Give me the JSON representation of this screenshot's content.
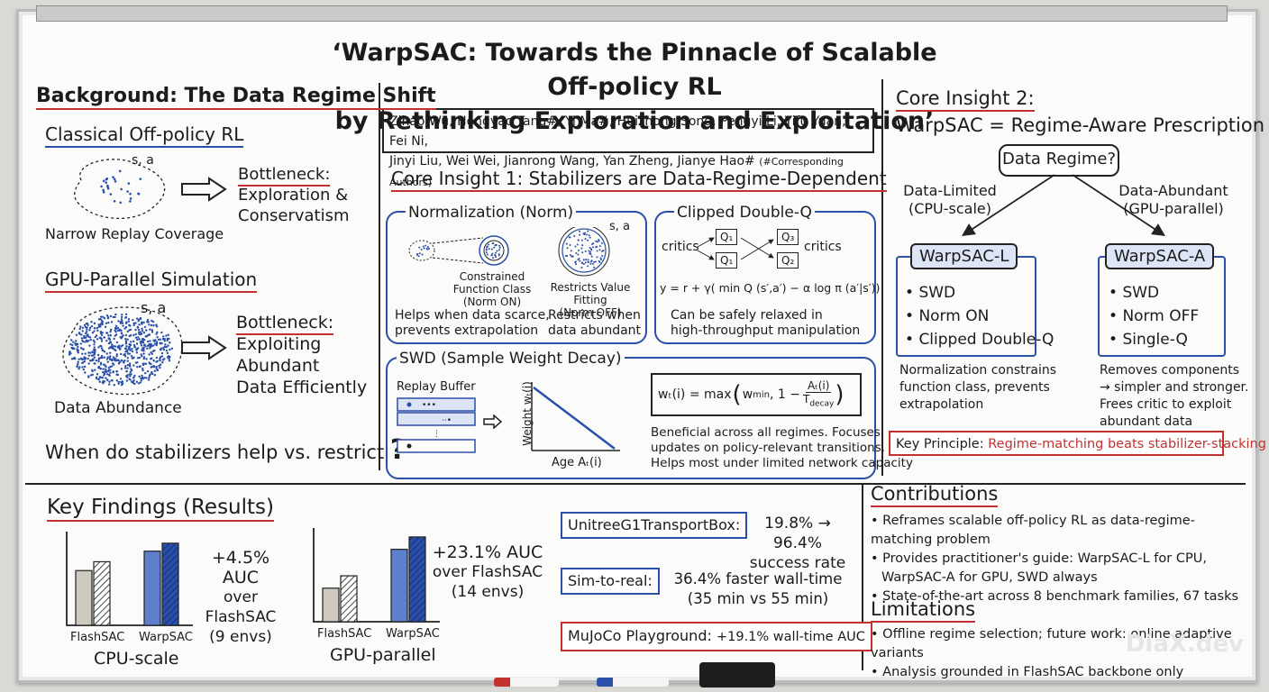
{
  "title": {
    "line1": "‘WarpSAC: Towards the Pinnacle of Scalable Off-policy RL",
    "line2": "by Rethinking Exploration and Exploitation’"
  },
  "authors": {
    "line1": "Zihao Wu, Hongyao Tang#, Yi Ma#, Huizhong Song, Pengyi Li, Yifu Yuan, Fei Ni,",
    "line2": "Jinyi Liu, Wei Wei, Jianrong Wang, Yan Zheng, Jianye Hao#",
    "note": "(#Corresponding Authors)"
  },
  "background": {
    "heading": "Background: The Data Regime Shift",
    "classical": {
      "heading": "Classical Off-policy RL",
      "sa_label": "s, a",
      "bottleneck_label": "Bottleneck:",
      "bottleneck_text1": "Exploration &",
      "bottleneck_text2": "Conservatism",
      "caption": "Narrow Replay Coverage"
    },
    "gpu": {
      "heading": "GPU-Parallel Simulation",
      "sa_label": "s, a",
      "bottleneck_label": "Bottleneck:",
      "bottleneck_text1": "Exploiting",
      "bottleneck_text2": "Abundant",
      "bottleneck_text3": "Data Efficiently",
      "caption": "Data Abundance"
    },
    "question": "When do stabilizers help vs. restrict",
    "question_mark": "?"
  },
  "insight1": {
    "heading": "Core Insight 1: Stabilizers are Data-Regime-Dependent",
    "norm": {
      "heading": "Normalization (Norm)",
      "sa_label": "s, a",
      "on_label1": "Constrained",
      "on_label2": "Function Class",
      "on_label3": "(Norm ON)",
      "off_label1": "Restricts Value Fitting",
      "off_label2": "(Norm OFF)",
      "helps1": "Helps when data scarce,",
      "helps2": "prevents extrapolation",
      "restricts1": "Restricts when",
      "restricts2": "data abundant"
    },
    "cdq": {
      "heading": "Clipped Double-Q",
      "critics_left": "critics",
      "critics_right": "critics",
      "q_labels": [
        "Q₁",
        "Q₁",
        "Q₃",
        "Q₂"
      ],
      "formula": "y = r + γ( min Q (s′,a′) − α log π (a′|s′))",
      "caption1": "Can be safely relaxed in",
      "caption2": "high-throughput manipulation"
    },
    "swd": {
      "heading": "SWD (Sample Weight Decay)",
      "buffer_label": "Replay Buffer",
      "y_axis": "Weight wₜ(i)",
      "x_axis": "Age Aₜ(i)",
      "formula_left": "wₜ(i) = max",
      "formula_wmin": "w",
      "formula_min_sub": "min",
      "formula_one": ", 1 −",
      "formula_num": "Aₜ(i)",
      "formula_den": "T",
      "formula_den_sub": "decay",
      "desc1": "Beneficial across all regimes. Focuses",
      "desc2": "updates on policy-relevant transitions.",
      "desc3": "Helps most under limited network capacity"
    }
  },
  "insight2": {
    "heading1": "Core Insight 2:",
    "heading2": "WarpSAC = Regime-Aware Prescription",
    "root": "Data Regime?",
    "left_branch1": "Data-Limited",
    "left_branch2": "(CPU-scale)",
    "right_branch1": "Data-Abundant",
    "right_branch2": "(GPU-parallel)",
    "left_box": {
      "title": "WarpSAC-L",
      "items": [
        "SWD",
        "Norm ON",
        "Clipped Double-Q"
      ],
      "note1": "Normalization constrains",
      "note2": "function class, prevents",
      "note3": "extrapolation"
    },
    "right_box": {
      "title": "WarpSAC-A",
      "items": [
        "SWD",
        "Norm OFF",
        "Single-Q"
      ],
      "note1": "Removes components",
      "note2": "→ simpler and stronger.",
      "note3": "Frees critic to exploit",
      "note4": "abundant data"
    },
    "principle_label": "Key Principle:",
    "principle_text": "Regime-matching beats stabilizer-stacking"
  },
  "findings": {
    "heading": "Key Findings (Results)",
    "chart_data": [
      {
        "type": "bar",
        "categories": [
          "FlashSAC",
          "WarpSAC"
        ],
        "series": [
          {
            "values": [
              0.62,
              0.72
            ]
          },
          {
            "values": [
              0.84,
              0.93
            ]
          }
        ],
        "xlabel": "CPU-scale",
        "annotation": "+4.5% AUC over FlashSAC (9 envs)"
      },
      {
        "type": "bar",
        "categories": [
          "FlashSAC",
          "WarpSAC"
        ],
        "series": [
          {
            "values": [
              0.38,
              0.52
            ]
          },
          {
            "values": [
              0.82,
              0.96
            ]
          }
        ],
        "xlabel": "GPU-parallel",
        "annotation": "+23.1% AUC over FlashSAC (14 envs)"
      }
    ],
    "cpu_annot1": "+4.5% AUC",
    "cpu_annot2": "over FlashSAC",
    "cpu_annot3": "(9 envs)",
    "gpu_annot1": "+23.1% AUC",
    "gpu_annot2": "over FlashSAC",
    "gpu_annot3": "(14 envs)",
    "results": {
      "task1": "UnitreeG1TransportBox:",
      "task1_val": "19.8% → 96.4%",
      "task1_sub": "success rate",
      "task2": "Sim-to-real:",
      "task2_val": "36.4% faster wall-time",
      "task2_sub": "(35 min vs 55 min)",
      "task3": "MuJoCo Playground:",
      "task3_val": "+19.1% wall-time AUC"
    }
  },
  "contributions": {
    "heading": "Contributions",
    "items": [
      "Reframes scalable off-policy RL as data-regime-matching problem",
      "Provides practitioner's guide: WarpSAC-L for CPU,",
      "WarpSAC-A for GPU, SWD always",
      "State-of-the-art across 8 benchmark families, 67 tasks"
    ]
  },
  "limitations": {
    "heading": "Limitations",
    "items": [
      "Offline regime selection; future work: online adaptive variants",
      "Analysis grounded in FlashSAC backbone only"
    ]
  },
  "watermark": "DiaX.dev",
  "colors": {
    "blue": "#2a4fa8",
    "red": "#c3302f",
    "ink": "#1b1b1b",
    "bar_gray": "#cfcac0"
  }
}
